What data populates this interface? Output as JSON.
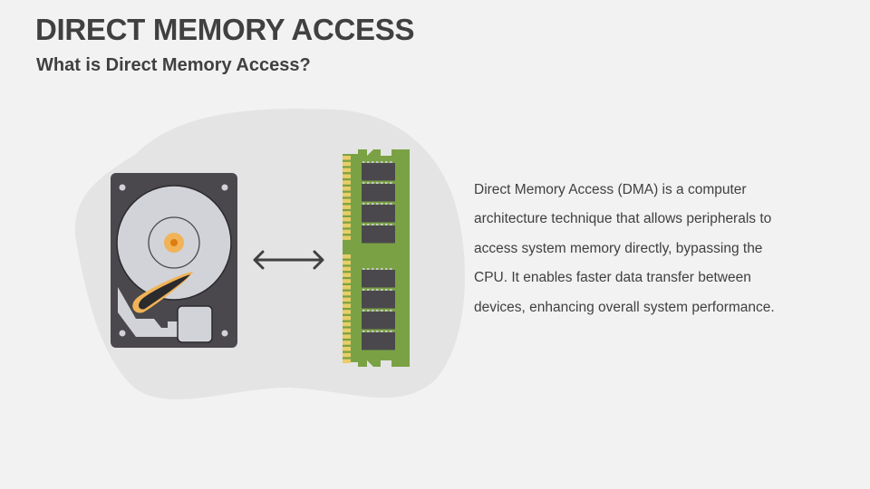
{
  "slide": {
    "title": "DIRECT MEMORY ACCESS",
    "subtitle": "What is Direct Memory Access?",
    "description": "Direct Memory Access (DMA) is a computer architecture technique that allows peripherals to access system memory directly, bypassing the CPU. It enables faster data transfer between devices, enhancing overall system performance."
  },
  "illustration": {
    "left_icon": "hard-disk-drive-icon",
    "connector_icon": "double-headed-arrow-icon",
    "right_icon": "ram-module-icon"
  },
  "colors": {
    "background": "#f2f2f2",
    "blob": "#e4e4e4",
    "text": "#404040",
    "hdd_body": "#4a484c",
    "hdd_platter": "#d1d3d8",
    "accent_orange": "#f0b357",
    "accent_orange_dark": "#e07b10",
    "ram_pcb": "#7aa244",
    "ram_contacts": "#e9cd6a",
    "ram_chip": "#4a484c"
  }
}
